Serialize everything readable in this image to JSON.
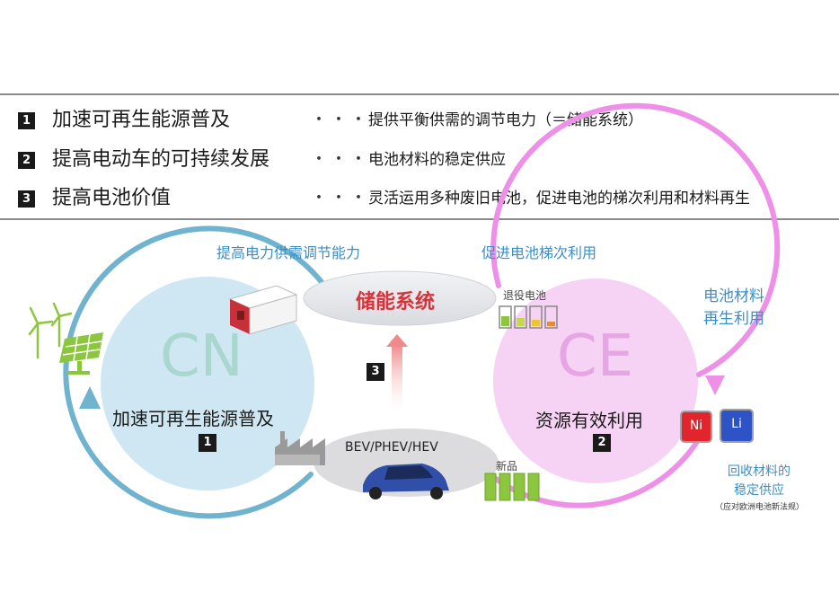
{
  "rows": [
    {
      "num": "1",
      "title": "加速可再生能源普及",
      "dots": "・・・",
      "desc": "提供平衡供需的调节电力（＝储能系统）"
    },
    {
      "num": "2",
      "title": "提高电动车的可持续发展",
      "dots": "・・・",
      "desc": "电池材料的稳定供应"
    },
    {
      "num": "3",
      "title": "提高电池价值",
      "dots": "・・・",
      "desc": "灵活运用多种废旧电池，促进电池的梯次利用和材料再生"
    }
  ],
  "diagram": {
    "top_left_label": "提高电力供需调节能力",
    "top_right_label": "促进电池梯次利用",
    "storage_label": "储能系统",
    "retired_label": "退役电池",
    "recycle_label_1": "电池材料",
    "recycle_label_2": "再生利用",
    "cn_big": "CN",
    "cn_label": "加速可再生能源普及",
    "cn_num": "1",
    "ce_big": "CE",
    "ce_label": "资源有效利用",
    "ce_num": "2",
    "center_num": "3",
    "vehicle_label": "BEV/PHEV/HEV",
    "new_label": "新品",
    "ni_label": "Ni",
    "li_label": "Li",
    "supply_label_1": "回收材料的",
    "supply_label_2": "稳定供应",
    "supply_note": "（应对欧洲电池新法规）"
  },
  "colors": {
    "cn_fill": "#cfe7f2",
    "cn_ring": "#6fb3cf",
    "ce_fill": "#f6d3f4",
    "ce_ring": "#ee8fe8",
    "storage_red": "#d8333a",
    "label_blue": "#3a8fc6",
    "battery_green": "#8cc63f"
  }
}
